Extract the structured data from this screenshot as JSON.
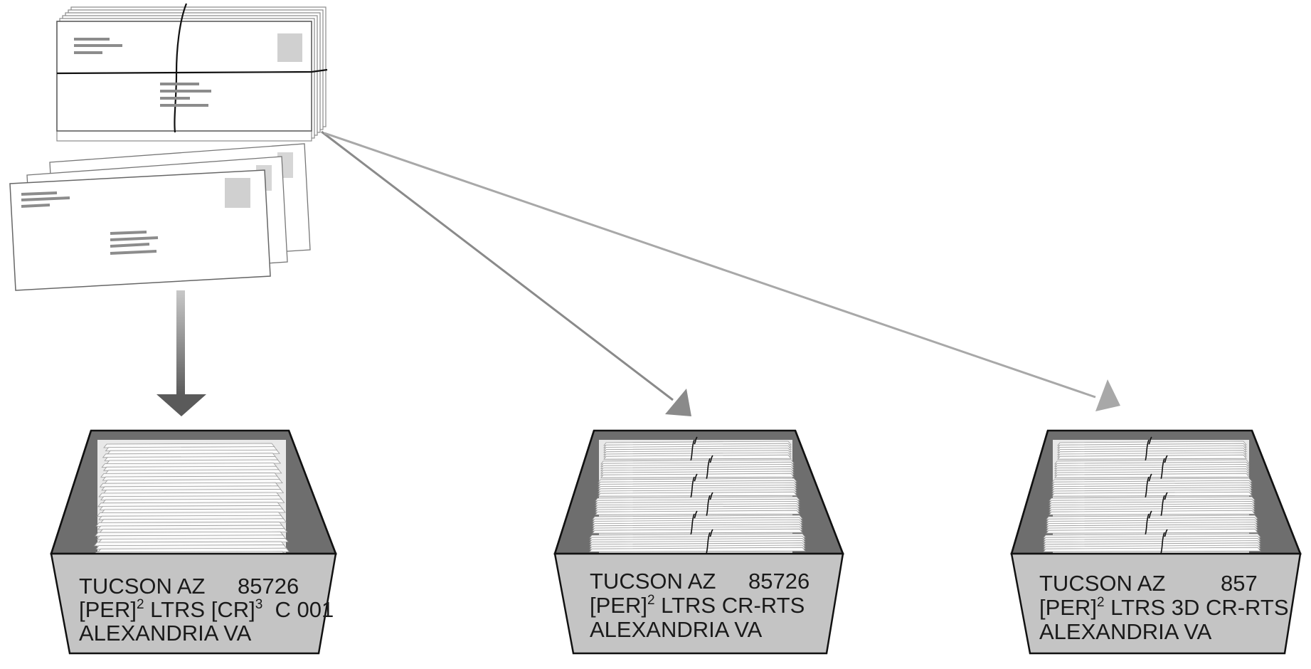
{
  "trays": [
    {
      "line1_place": "TUCSON AZ",
      "line1_code": "85726",
      "line2": {
        "a": "[PER]",
        "a_sup": "2",
        "b": " LTRS ",
        "c": "[CR]",
        "c_sup": "3",
        "d": "  C 001"
      },
      "line3": "ALEXANDRIA VA",
      "contents": "loose letters"
    },
    {
      "line1_place": "TUCSON AZ",
      "line1_code": "85726",
      "line2": {
        "a": "[PER]",
        "a_sup": "2",
        "b": " LTRS CR-RTS"
      },
      "line3": "ALEXANDRIA VA",
      "contents": "bundled letters"
    },
    {
      "line1_place": "TUCSON AZ",
      "line1_code": "857",
      "line2": {
        "a": "[PER]",
        "a_sup": "2",
        "b": " LTRS 3D CR-RTS"
      },
      "line3": "ALEXANDRIA VA",
      "contents": "bundled letters"
    }
  ],
  "colors": {
    "tray_front": "#c4c4c4",
    "arrow_dark": "#606060",
    "arrow_mid": "#8a8a8a",
    "arrow_light": "#a8a8a8",
    "stamp": "#d0d0d0",
    "address_line": "#8c8c8c"
  },
  "icons": [
    "letter-bundle-icon",
    "loose-envelopes-icon",
    "mail-tray-icon"
  ]
}
